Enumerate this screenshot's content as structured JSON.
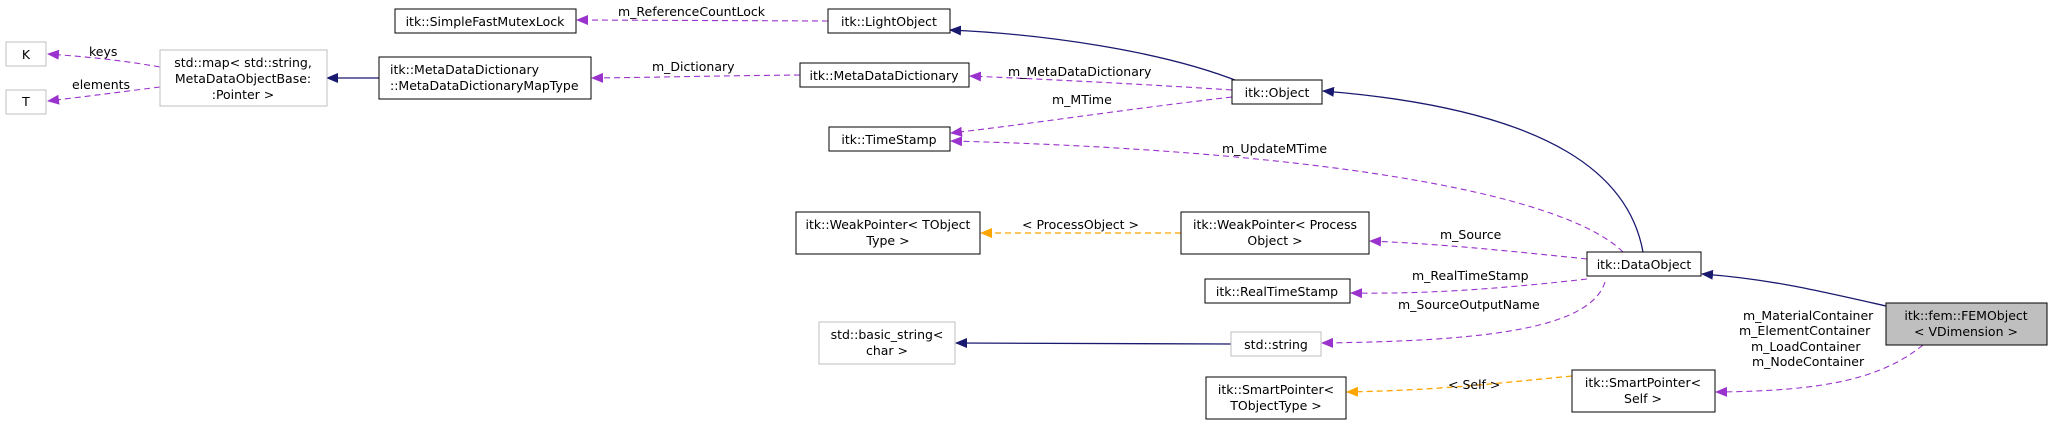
{
  "nodes": {
    "K": "K",
    "T": "T",
    "std_map": [
      "std::map< std::string,",
      "MetaDataObjectBase:",
      ":Pointer >"
    ],
    "mdd_map_type": [
      "itk::MetaDataDictionary",
      "::MetaDataDictionaryMapType"
    ],
    "simple_fast_mutex_lock": "itk::SimpleFastMutexLock",
    "light_object": "itk::LightObject",
    "meta_data_dictionary": "itk::MetaDataDictionary",
    "object": "itk::Object",
    "time_stamp": "itk::TimeStamp",
    "weak_pointer_tobject": [
      "itk::WeakPointer< TObject",
      "Type >"
    ],
    "weak_pointer_process": [
      "itk::WeakPointer< Process",
      "Object >"
    ],
    "real_time_stamp": "itk::RealTimeStamp",
    "data_object": "itk::DataObject",
    "basic_string": [
      "std::basic_string<",
      "char >"
    ],
    "std_string": "std::string",
    "smart_pointer_tobject": [
      "itk::SmartPointer<",
      "TObjectType >"
    ],
    "smart_pointer_self": [
      "itk::SmartPointer<",
      "Self >"
    ],
    "fem_object": [
      "itk::fem::FEMObject",
      "< VDimension >"
    ]
  },
  "edge_labels": {
    "keys": "keys",
    "elements": "elements",
    "m_reference_count_lock": "m_ReferenceCountLock",
    "m_dictionary": "m_Dictionary",
    "m_meta_data_dictionary": "m_MetaDataDictionary",
    "m_mtime": "m_MTime",
    "m_update_mtime": "m_UpdateMTime",
    "process_object": "< ProcessObject >",
    "m_source": "m_Source",
    "m_real_time_stamp": "m_RealTimeStamp",
    "m_source_output_name": "m_SourceOutputName",
    "self": "< Self >",
    "containers": [
      "m_MaterialContainer",
      "m_ElementContainer",
      "m_LoadContainer",
      "m_NodeContainer"
    ]
  },
  "colors": {
    "inheritance": "#191970",
    "usage": "#9a32cd",
    "template": "#ffa500",
    "focus_fill": "#bfbfbf",
    "undocumented_border": "#bfbfbf"
  }
}
